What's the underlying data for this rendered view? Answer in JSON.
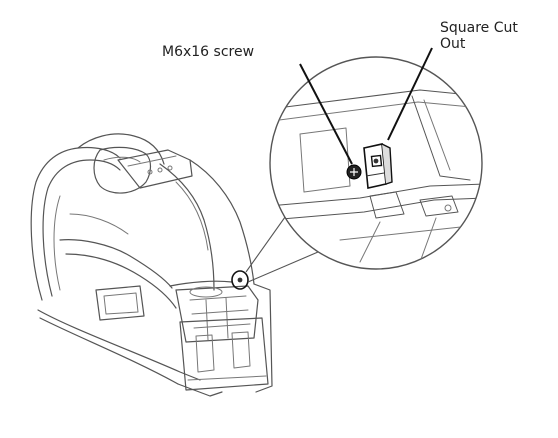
{
  "callouts": {
    "screw_label": "M6x16 screw",
    "cutout_label": "Square Cut\nOut"
  },
  "icons": {
    "chair": "massage-chair-line-drawing",
    "magnifier": "detail-magnifier-circle",
    "screw": "screw-icon",
    "bracket": "square-cutout-bracket-icon"
  },
  "colors": {
    "background": "#ffffff",
    "line_art": "#555555",
    "leader": "#111111",
    "text": "#222222"
  }
}
